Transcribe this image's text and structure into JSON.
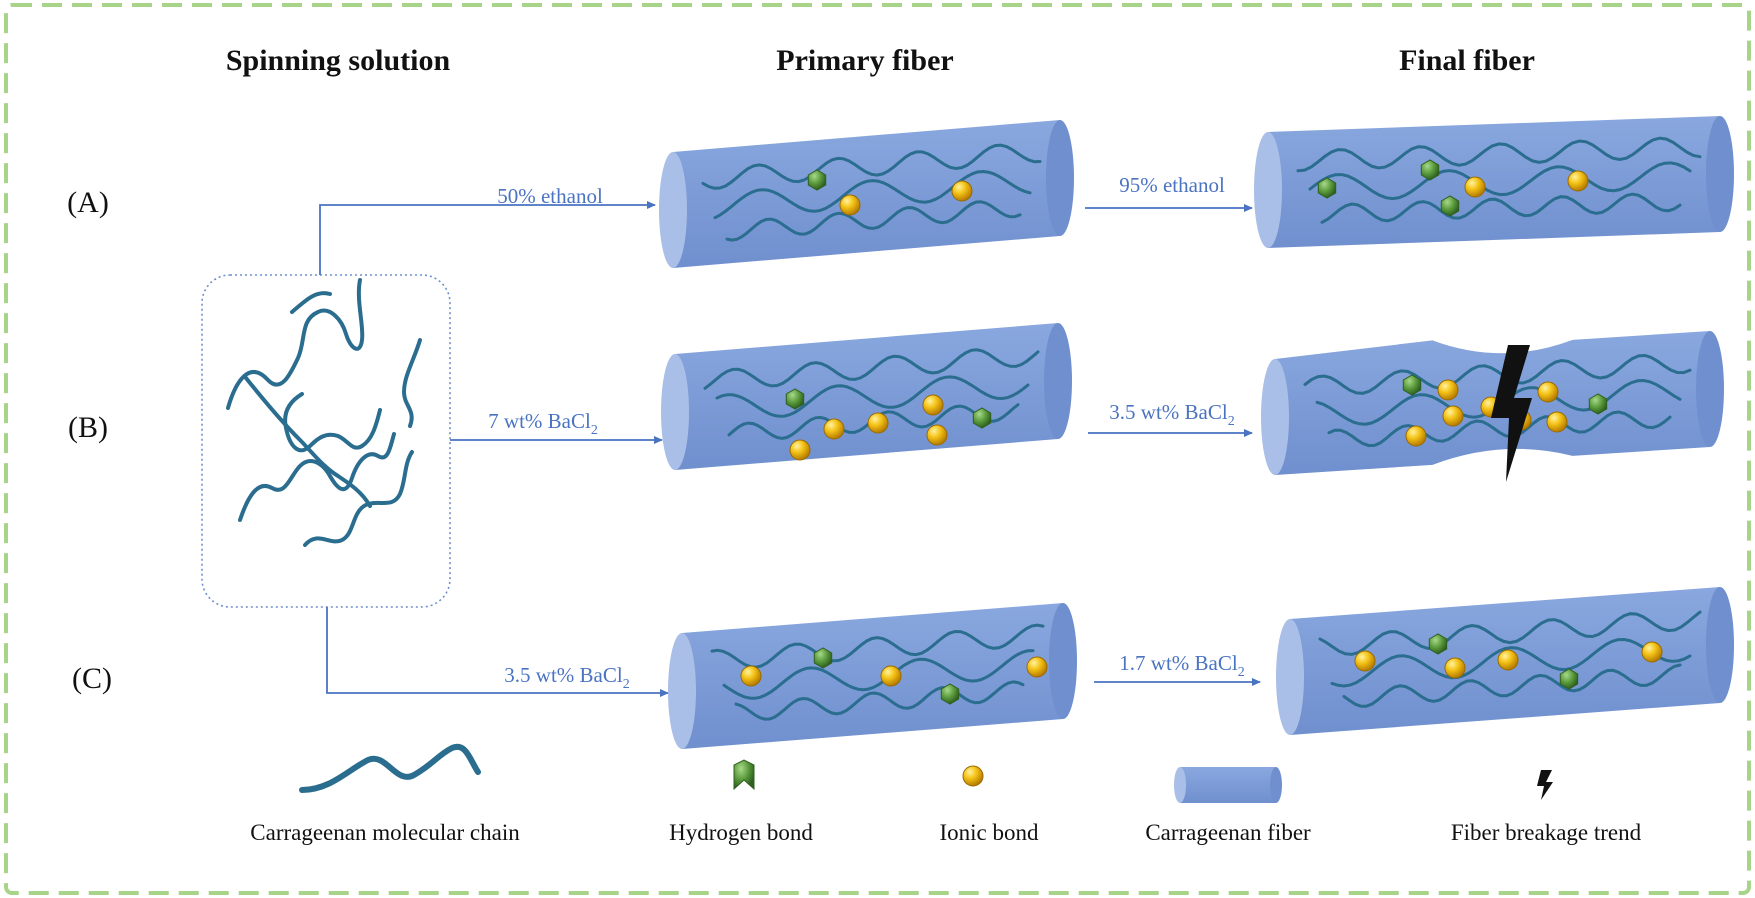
{
  "headings": {
    "spinning_solution": "Spinning solution",
    "primary_fiber": "Primary fiber",
    "final_fiber": "Final fiber"
  },
  "rows": [
    {
      "label": "(A)",
      "arrow1": "50% ethanol",
      "arrow2": "95% ethanol",
      "breakage": false
    },
    {
      "label": "(B)",
      "arrow1": "7 wt% BaCl",
      "arrow1_sub": "2",
      "arrow2": "3.5 wt% BaCl",
      "arrow2_sub": "2",
      "breakage": true
    },
    {
      "label": "(C)",
      "arrow1": "3.5 wt% BaCl",
      "arrow1_sub": "2",
      "arrow2": "1.7 wt% BaCl",
      "arrow2_sub": "2",
      "breakage": false
    }
  ],
  "legend": {
    "chain": "Carrageenan molecular chain",
    "hydrogen": "Hydrogen bond",
    "ionic": "Ionic bond",
    "fiber": "Carrageenan fiber",
    "breakage": "Fiber breakage trend"
  },
  "colors": {
    "frame": "#a8d48a",
    "fiber_body": "#7f9fd9",
    "fiber_cap": "#a9bfe8",
    "chain": "#2a6d8f",
    "arrow": "#4a73c2",
    "hydrogen_bond": "#5a9a3c",
    "ionic_bond": "#f0b400",
    "breakage": "#111111"
  }
}
